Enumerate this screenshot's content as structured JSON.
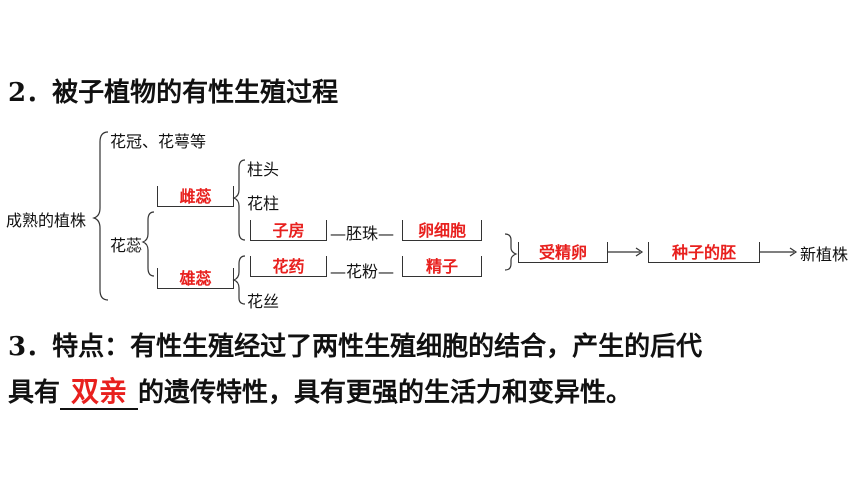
{
  "heading2": "2．被子植物的有性生殖过程",
  "diagram": {
    "root": "成熟的植株",
    "petals": "花冠、花萼等",
    "flower_core": "花蕊",
    "pistil": "雌蕊",
    "stamen": "雄蕊",
    "stigma": "柱头",
    "style": "花柱",
    "ovary": "子房",
    "ovule": "—胚珠—",
    "egg": "卵细胞",
    "anther": "花药",
    "pollen": "—花粉—",
    "sperm": "精子",
    "zygote": "受精卵",
    "embryo": "种子的胚",
    "new_plant": "新植株",
    "filament": "花丝"
  },
  "heading3": {
    "line1": "3．特点：有性生殖经过了两性生殖细胞的结合，产生的后代",
    "line2_prefix": "具有",
    "answer": "双亲",
    "line2_suffix": "的遗传特性，具有更强的生活力和变异性。"
  }
}
